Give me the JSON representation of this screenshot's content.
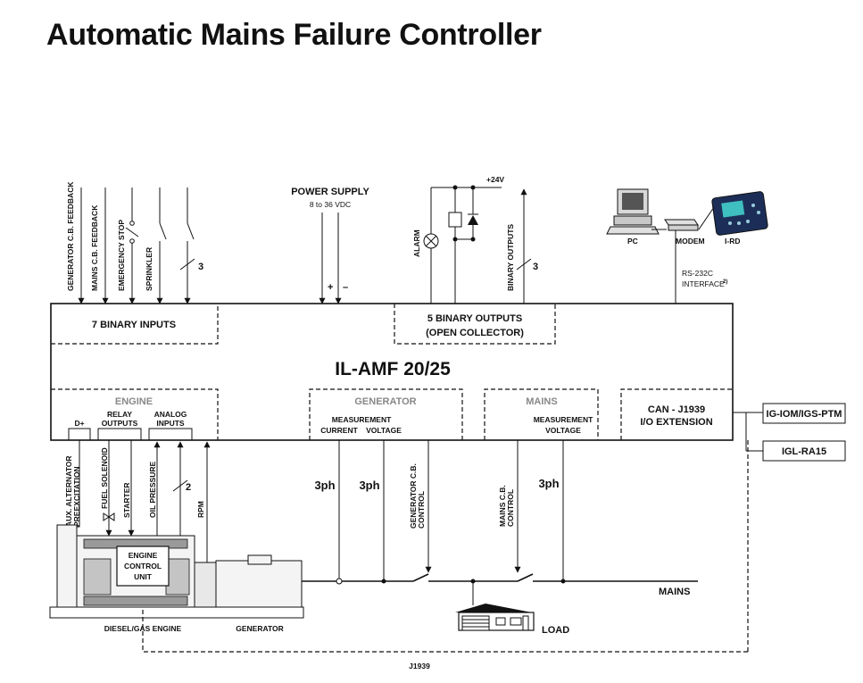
{
  "title": "Automatic Mains Failure Controller",
  "controller": {
    "name": "IL-AMF 20/25",
    "binary_inputs": "7 BINARY INPUTS",
    "binary_outputs_line1": "5 BINARY OUTPUTS",
    "binary_outputs_line2": "(OPEN COLLECTOR)",
    "engine_title": "ENGINE",
    "d_plus": "D+",
    "relay_outputs_1": "RELAY",
    "relay_outputs_2": "OUTPUTS",
    "analog_inputs_1": "ANALOG",
    "analog_inputs_2": "INPUTS",
    "generator_title": "GENERATOR",
    "gen_measurement": "MEASUREMENT",
    "gen_current": "CURRENT",
    "gen_voltage": "VOLTAGE",
    "mains_title": "MAINS",
    "mains_measurement": "MEASUREMENT",
    "mains_voltage": "VOLTAGE",
    "can_line1": "CAN - J1939",
    "can_line2": "I/O EXTENSION"
  },
  "inputs": {
    "generator_cb_feedback": "GENERATOR C.B. FEEDBACK",
    "mains_cb_feedback": "MAINS C.B. FEEDBACK",
    "emergency_stop": "EMERGENCY STOP",
    "sprinkler": "SPRINKLER",
    "count": "3"
  },
  "power_supply": {
    "label": "POWER SUPPLY",
    "range": "8 to 36 VDC",
    "plus": "+",
    "minus": "–"
  },
  "outputs": {
    "alarm": "ALARM",
    "supply": "+24V",
    "binary_outputs": "BINARY OUTPUTS",
    "count": "3"
  },
  "pc_side": {
    "pc": "PC",
    "modem": "MODEM",
    "ird": "I-RD",
    "rs232_1": "RS-232C",
    "rs232_2": "INTERFACE",
    "rs232_sup": "2)"
  },
  "extensions": {
    "iom": "IG-IOM/IGS-PTM",
    "ra15": "IGL-RA15"
  },
  "engine_signals": {
    "aux_alt_1": "AUX. ALTERNATOR",
    "aux_alt_2": "PREEXCITATION",
    "fuel_solenoid": "FUEL SOLENOID",
    "starter": "STARTER",
    "oil_pressure": "OIL PRESSURE",
    "rpm": "RPM",
    "count": "2"
  },
  "field": {
    "ecu_1": "ENGINE",
    "ecu_2": "CONTROL",
    "ecu_3": "UNIT",
    "engine_label": "DIESEL/GAS ENGINE",
    "generator_label": "GENERATOR",
    "three_phase": "3ph",
    "gen_cb_control_1": "GENERATOR C.B.",
    "gen_cb_control_2": "CONTROL",
    "mains_cb_control_1": "MAINS C.B.",
    "mains_cb_control_2": "CONTROL",
    "mains": "MAINS",
    "load": "LOAD",
    "j1939": "J1939"
  }
}
